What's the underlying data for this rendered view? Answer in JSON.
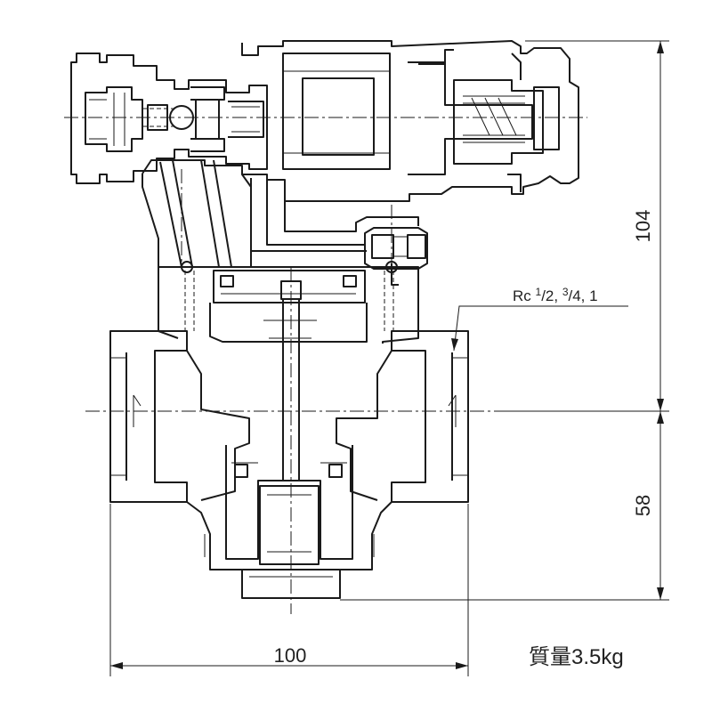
{
  "dimensions": {
    "height_upper": "104",
    "height_lower": "58",
    "width": "100"
  },
  "connection_label": {
    "prefix": "Rc ",
    "half_num": "1",
    "half_den": "/2, ",
    "three_quarter_num": "3",
    "three_quarter_den": "/4, 1"
  },
  "mass_label": "質量3.5kg",
  "colors": {
    "line": "#1a1a1a",
    "background": "#ffffff"
  }
}
